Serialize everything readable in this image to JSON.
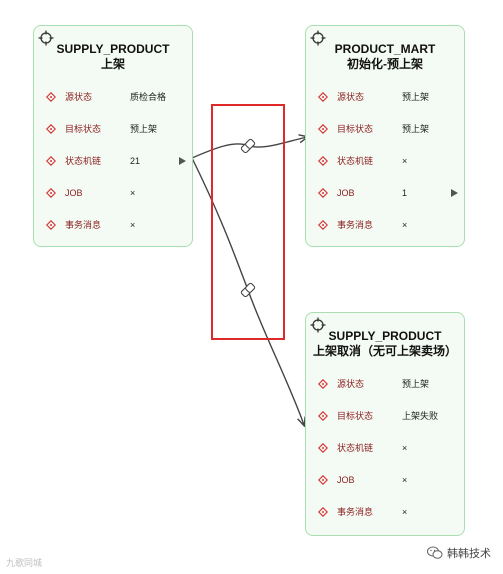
{
  "nodes": {
    "supply_listing": {
      "title_line1": "SUPPLY_PRODUCT",
      "title_line2": "上架",
      "rows": [
        {
          "label": "源状态",
          "value": "质检合格"
        },
        {
          "label": "目标状态",
          "value": "预上架"
        },
        {
          "label": "状态机链",
          "value": "21"
        },
        {
          "label": "JOB",
          "value": "×"
        },
        {
          "label": "事务消息",
          "value": "×"
        }
      ]
    },
    "product_mart": {
      "title_line1": "PRODUCT_MART",
      "title_line2": "初始化-预上架",
      "rows": [
        {
          "label": "源状态",
          "value": "预上架"
        },
        {
          "label": "目标状态",
          "value": "预上架"
        },
        {
          "label": "状态机链",
          "value": "×"
        },
        {
          "label": "JOB",
          "value": "1"
        },
        {
          "label": "事务消息",
          "value": "×"
        }
      ]
    },
    "supply_cancel": {
      "title_line1": "SUPPLY_PRODUCT",
      "title_line2": "上架取消（无可上架卖场）",
      "rows": [
        {
          "label": "源状态",
          "value": "预上架"
        },
        {
          "label": "目标状态",
          "value": "上架失败"
        },
        {
          "label": "状态机链",
          "value": "×"
        },
        {
          "label": "JOB",
          "value": "×"
        },
        {
          "label": "事务消息",
          "value": "×"
        }
      ]
    }
  },
  "colors": {
    "card_fill": "#f4fbf4",
    "card_border": "#a9dfb0",
    "label_text": "#8a1f1f",
    "diamond": "#d43a3a",
    "highlight_box": "#e02a2a",
    "edge": "#444444"
  },
  "watermark": {
    "left_text": "九歌同城",
    "right_text": "韩韩技术"
  }
}
